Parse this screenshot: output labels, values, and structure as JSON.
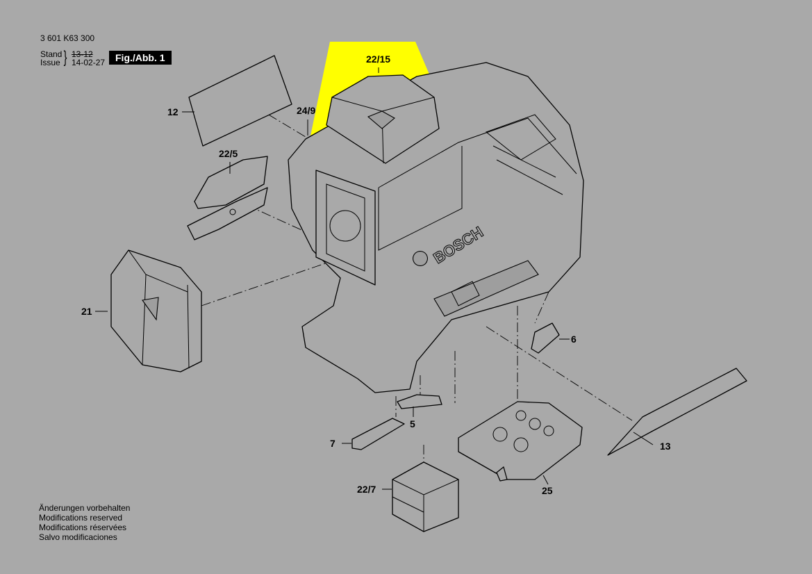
{
  "header": {
    "document_number": "3 601 K63 300",
    "stand_label": "Stand",
    "issue_label": "Issue",
    "stand_old": "13-12",
    "stand_new": "14-02-27",
    "figure_label": "Fig./Abb. 1"
  },
  "notes": [
    "Änderungen vorbehalten",
    "Modifications reserved",
    "Modifications réservées",
    "Salvo modificaciones"
  ],
  "brand_logo": "BOSCH",
  "highlight_color": "#ffff00",
  "part_labels": {
    "p22_15": "22/15",
    "p12": "12",
    "p24_9": "24/9",
    "p22_5": "22/5",
    "p21": "21",
    "p6": "6",
    "p5": "5",
    "p7": "7",
    "p13": "13",
    "p22_7": "22/7",
    "p25": "25"
  }
}
